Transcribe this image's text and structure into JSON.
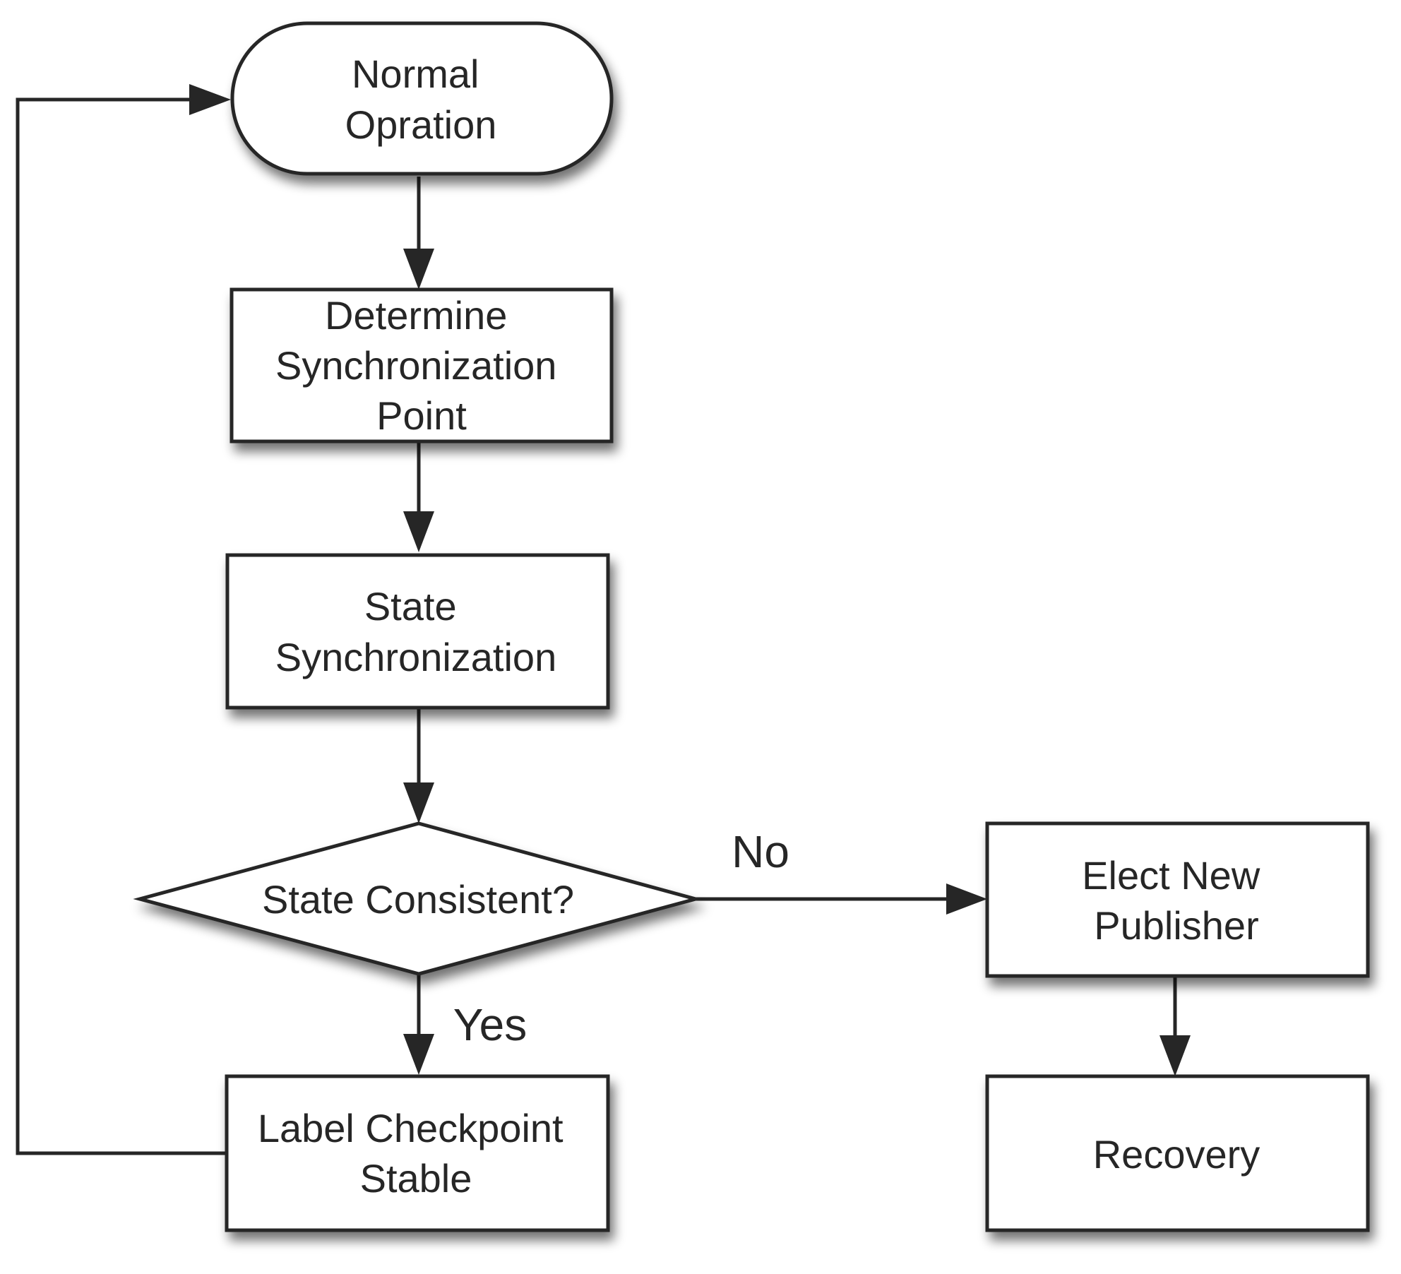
{
  "nodes": {
    "normal_operation": {
      "lines": [
        "Normal",
        "Opration"
      ]
    },
    "determine_sync_point": {
      "lines": [
        "Determine",
        "Synchronization",
        "Point"
      ]
    },
    "state_synchronization": {
      "lines": [
        "State",
        "Synchronization"
      ]
    },
    "state_consistent": {
      "lines": [
        "State Consistent?"
      ]
    },
    "label_checkpoint_stable": {
      "lines": [
        "Label Checkpoint",
        "Stable"
      ]
    },
    "elect_new_publisher": {
      "lines": [
        "Elect New",
        "Publisher"
      ]
    },
    "recovery": {
      "lines": [
        "Recovery"
      ]
    }
  },
  "edges": {
    "no_label": "No",
    "yes_label": "Yes"
  },
  "colors": {
    "stroke": "#262626",
    "fill": "#ffffff",
    "shadow": "#9a9a9a"
  }
}
